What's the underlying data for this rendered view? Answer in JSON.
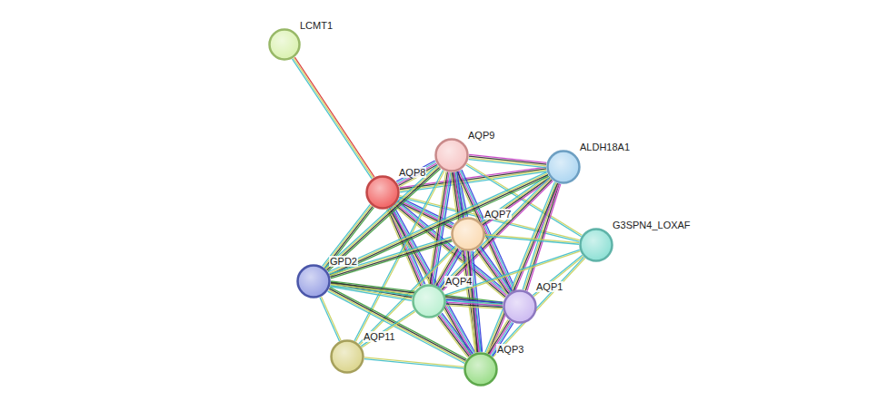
{
  "diagram": {
    "nodes": [
      {
        "text": [
          "LCMT1"
        ]
      },
      {
        "text": [
          "AQP9"
        ]
      },
      {
        "text": [
          "ALDH18A1"
        ]
      },
      {
        "text": [
          "AQP8"
        ]
      },
      {
        "text": [
          "AQP7"
        ]
      },
      {
        "text": [
          "G3SPN4_LOXAF"
        ]
      },
      {
        "text": [
          "GPD2"
        ]
      },
      {
        "text": [
          "AQP4"
        ]
      },
      {
        "text": [
          "AQP1"
        ]
      },
      {
        "text": [
          "AQP11"
        ]
      },
      {
        "text": [
          "AQP3"
        ]
      }
    ],
    "edges": [
      {
        "from": 0,
        "to": 3,
        "arrow": "none"
      },
      {
        "from": 3,
        "to": 1,
        "arrow": "none"
      },
      {
        "from": 3,
        "to": 2,
        "arrow": "none"
      },
      {
        "from": 3,
        "to": 4,
        "arrow": "none"
      },
      {
        "from": 3,
        "to": 6,
        "arrow": "none"
      },
      {
        "from": 3,
        "to": 7,
        "arrow": "none"
      },
      {
        "from": 3,
        "to": 8,
        "arrow": "none"
      },
      {
        "from": 3,
        "to": 10,
        "arrow": "none"
      },
      {
        "from": 3,
        "to": 5,
        "arrow": "none"
      },
      {
        "from": 1,
        "to": 2,
        "arrow": "none"
      },
      {
        "from": 1,
        "to": 4,
        "arrow": "none"
      },
      {
        "from": 1,
        "to": 7,
        "arrow": "none"
      },
      {
        "from": 1,
        "to": 8,
        "arrow": "none"
      },
      {
        "from": 1,
        "to": 10,
        "arrow": "none"
      },
      {
        "from": 1,
        "to": 6,
        "arrow": "none"
      },
      {
        "from": 1,
        "to": 5,
        "arrow": "none"
      },
      {
        "from": 1,
        "to": 9,
        "arrow": "none"
      },
      {
        "from": 2,
        "to": 4,
        "arrow": "none"
      },
      {
        "from": 2,
        "to": 7,
        "arrow": "none"
      },
      {
        "from": 2,
        "to": 8,
        "arrow": "none"
      },
      {
        "from": 2,
        "to": 10,
        "arrow": "none"
      },
      {
        "from": 2,
        "to": 6,
        "arrow": "none"
      },
      {
        "from": 4,
        "to": 6,
        "arrow": "none"
      },
      {
        "from": 4,
        "to": 7,
        "arrow": "none"
      },
      {
        "from": 4,
        "to": 8,
        "arrow": "none"
      },
      {
        "from": 4,
        "to": 10,
        "arrow": "none"
      },
      {
        "from": 4,
        "to": 5,
        "arrow": "none"
      },
      {
        "from": 4,
        "to": 9,
        "arrow": "none"
      },
      {
        "from": 5,
        "to": 7,
        "arrow": "none"
      },
      {
        "from": 5,
        "to": 8,
        "arrow": "none"
      },
      {
        "from": 5,
        "to": 10,
        "arrow": "none"
      },
      {
        "from": 6,
        "to": 7,
        "arrow": "none"
      },
      {
        "from": 6,
        "to": 8,
        "arrow": "none"
      },
      {
        "from": 6,
        "to": 10,
        "arrow": "none"
      },
      {
        "from": 6,
        "to": 9,
        "arrow": "none"
      },
      {
        "from": 7,
        "to": 8,
        "arrow": "none"
      },
      {
        "from": 7,
        "to": 10,
        "arrow": "none"
      },
      {
        "from": 7,
        "to": 9,
        "arrow": "none"
      },
      {
        "from": 8,
        "to": 10,
        "arrow": "none"
      },
      {
        "from": 9,
        "to": 10,
        "arrow": "none"
      }
    ]
  }
}
